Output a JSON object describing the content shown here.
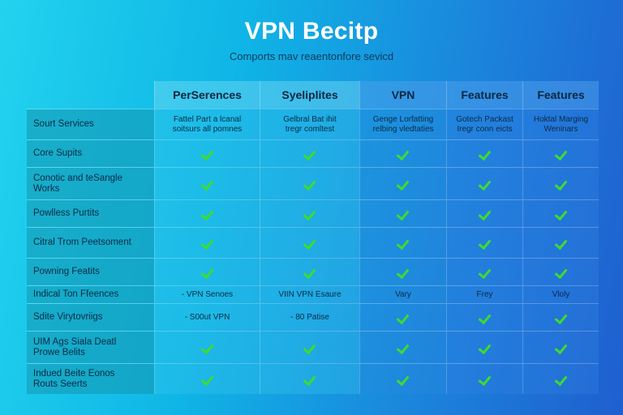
{
  "title": "VPN Becitp",
  "subtitle": "Comports mav reaentonfore sevicd",
  "columns": [
    "PerSerences",
    "Syeliplites",
    "VPN",
    "Features",
    "Features"
  ],
  "rows": [
    {
      "label": "Sourt Services",
      "cells": [
        "Fattel Part a lcanal\nsoitsurs all pomnes",
        "Gelbral Bat ihit\ntregr comltest",
        "Genge Lorfatting\nrelbing vledtaties",
        "Gotech Packast\nIregr conn eicts",
        "Hoktal Marging\nWeninars"
      ],
      "type": "text"
    },
    {
      "label": "Core Supits",
      "cells": [
        "✓",
        "✓",
        "✓",
        "✓",
        "✓"
      ],
      "type": "check"
    },
    {
      "label": "Conotic and teSangle\nWorks",
      "cells": [
        "✓",
        "✓",
        "✓",
        "✓",
        "✓"
      ],
      "type": "check"
    },
    {
      "label": "Powlless Purtits",
      "cells": [
        "✓",
        "✓",
        "✓",
        "✓",
        "✓"
      ],
      "type": "check"
    },
    {
      "label": "Citral Trom Peetsoment",
      "cells": [
        "✓",
        "✓",
        "✓",
        "✓",
        "✓"
      ],
      "type": "check"
    },
    {
      "label": "Powning Featits",
      "cells": [
        "✓",
        "✓",
        "✓",
        "✓",
        "✓"
      ],
      "type": "check"
    },
    {
      "label": "Indical Ton Ffeences",
      "cells": [
        "- VPN Senoes",
        "VIIN VPN Esaure",
        "Vary",
        "Frey",
        "Vloly"
      ],
      "type": "text"
    },
    {
      "label": "Sdite Virytovriigs",
      "cells": [
        "- S00ut VPN",
        "- 80 Patise",
        "✓",
        "✓",
        "✓"
      ],
      "type": "mixed"
    },
    {
      "label": "UIM Ags Siala Deatl\nProwe Belits",
      "cells": [
        "✓",
        "✓",
        "✓",
        "✓",
        "✓"
      ],
      "type": "check"
    },
    {
      "label": "Indued Beite Eonos\nRouts Seerts",
      "cells": [
        "✓",
        "✓",
        "✓",
        "✓",
        "✓"
      ],
      "type": "check"
    }
  ],
  "colors": {
    "check": "#3ddc2f",
    "title": "#ffffff"
  }
}
